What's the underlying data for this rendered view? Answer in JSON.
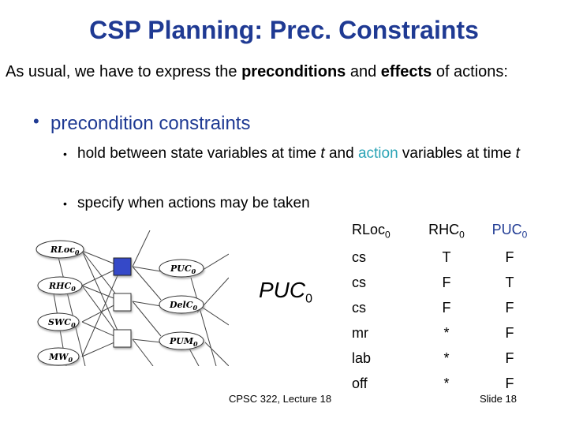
{
  "title": "CSP Planning: Prec. Constraints",
  "intro": {
    "part1": "As usual, we have to express the ",
    "bold1": "preconditions",
    "part2": " and ",
    "bold2": "effects",
    "part3": " of actions:"
  },
  "bullet": "precondition constraints",
  "sub1": {
    "part1": "hold between state variables at time ",
    "t1": "t",
    "part2": " and ",
    "accent": "action",
    "part3": " variables at time ",
    "t2": "t"
  },
  "sub2": "specify when actions may be taken",
  "puc_label": {
    "base": "PUC",
    "sub": "0"
  },
  "diagram": {
    "state_nodes": [
      {
        "base": "RLoc",
        "sub": "0"
      },
      {
        "base": "RHC",
        "sub": "0"
      },
      {
        "base": "SWC",
        "sub": "0"
      },
      {
        "base": "MW",
        "sub": "0"
      }
    ],
    "action_nodes": [
      {
        "base": "PUC",
        "sub": "0"
      },
      {
        "base": "DelC",
        "sub": "0"
      },
      {
        "base": "PUM",
        "sub": "0"
      }
    ],
    "colors": {
      "highlight_box": "#3548c8",
      "box": "#ffffff"
    }
  },
  "table": {
    "headers": [
      {
        "base": "RLoc",
        "sub": "0"
      },
      {
        "base": "RHC",
        "sub": "0"
      },
      {
        "base": "PUC",
        "sub": "0"
      }
    ],
    "rows": [
      [
        "cs",
        "T",
        "F"
      ],
      [
        "cs",
        "F",
        "T"
      ],
      [
        "cs",
        "F",
        "F"
      ],
      [
        "mr",
        "*",
        "F"
      ],
      [
        "lab",
        "*",
        "F"
      ],
      [
        "off",
        "*",
        "F"
      ]
    ]
  },
  "footer": {
    "course": "CPSC 322, Lecture 18",
    "slide": "Slide 18"
  },
  "colors": {
    "title": "#1f3a93",
    "accent": "#2aa3b5"
  }
}
